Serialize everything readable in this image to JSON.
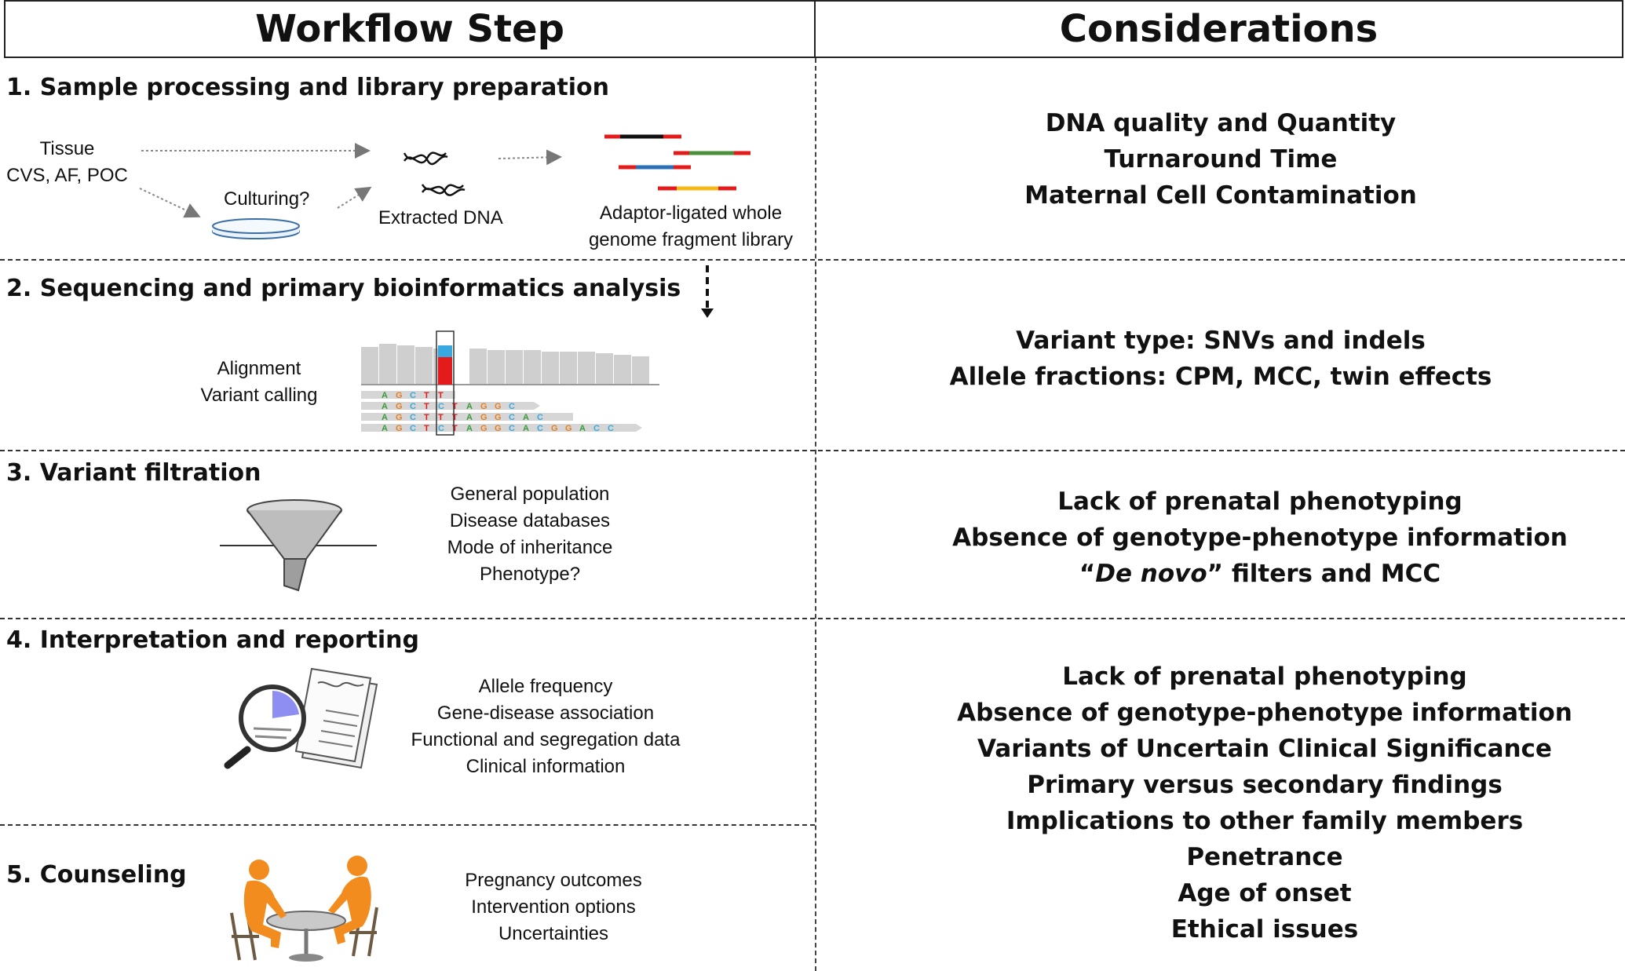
{
  "headers": {
    "left": "Workflow Step",
    "right": "Considerations"
  },
  "steps": [
    {
      "title": "1. Sample processing and library preparation",
      "labels": {
        "tissue_line1": "Tissue",
        "tissue_line2": "CVS, AF, POC",
        "culturing": "Culturing?",
        "extracted": "Extracted DNA",
        "library_line1": "Adaptor-ligated whole",
        "library_line2": "genome fragment library"
      },
      "considerations": [
        "DNA quality and Quantity",
        "Turnaround Time",
        "Maternal Cell Contamination"
      ]
    },
    {
      "title": "2. Sequencing and primary bioinformatics analysis",
      "labels": {
        "line1": "Alignment",
        "line2": "Variant calling"
      },
      "reads": [
        "A G C T T",
        "A G C T C T A G G C",
        "A G C T T T A G G C A C",
        "A G C T C T A G G C A C G G A C C"
      ],
      "considerations": [
        "Variant type: SNVs and indels",
        "Allele fractions: CPM, MCC, twin effects"
      ]
    },
    {
      "title": "3. Variant filtration",
      "items": [
        "General population",
        "Disease databases",
        "Mode of inheritance",
        "Phenotype?"
      ],
      "considerations": [
        "Lack of prenatal phenotyping",
        "Absence of genotype-phenotype information"
      ],
      "denovo": {
        "quote_open": "“",
        "italic": "De novo",
        "rest": "” filters and MCC"
      }
    },
    {
      "title": "4. Interpretation and reporting",
      "items": [
        "Allele frequency",
        "Gene-disease association",
        "Functional and segregation data",
        "Clinical information"
      ],
      "considerations": [
        "Lack of prenatal phenotyping",
        "Absence of genotype-phenotype information",
        "Variants of Uncertain Clinical Significance",
        "Primary versus secondary findings",
        "Implications to other family members",
        "Penetrance",
        "Age of onset",
        "Ethical issues"
      ]
    },
    {
      "title": "5. Counseling",
      "items": [
        "Pregnancy outcomes",
        "Intervention options",
        "Uncertainties"
      ]
    }
  ],
  "colors": {
    "accent_orange": "#f28c1e",
    "fragment_red": "#e31b1b",
    "highlight_blue": "#3aa8e0"
  }
}
